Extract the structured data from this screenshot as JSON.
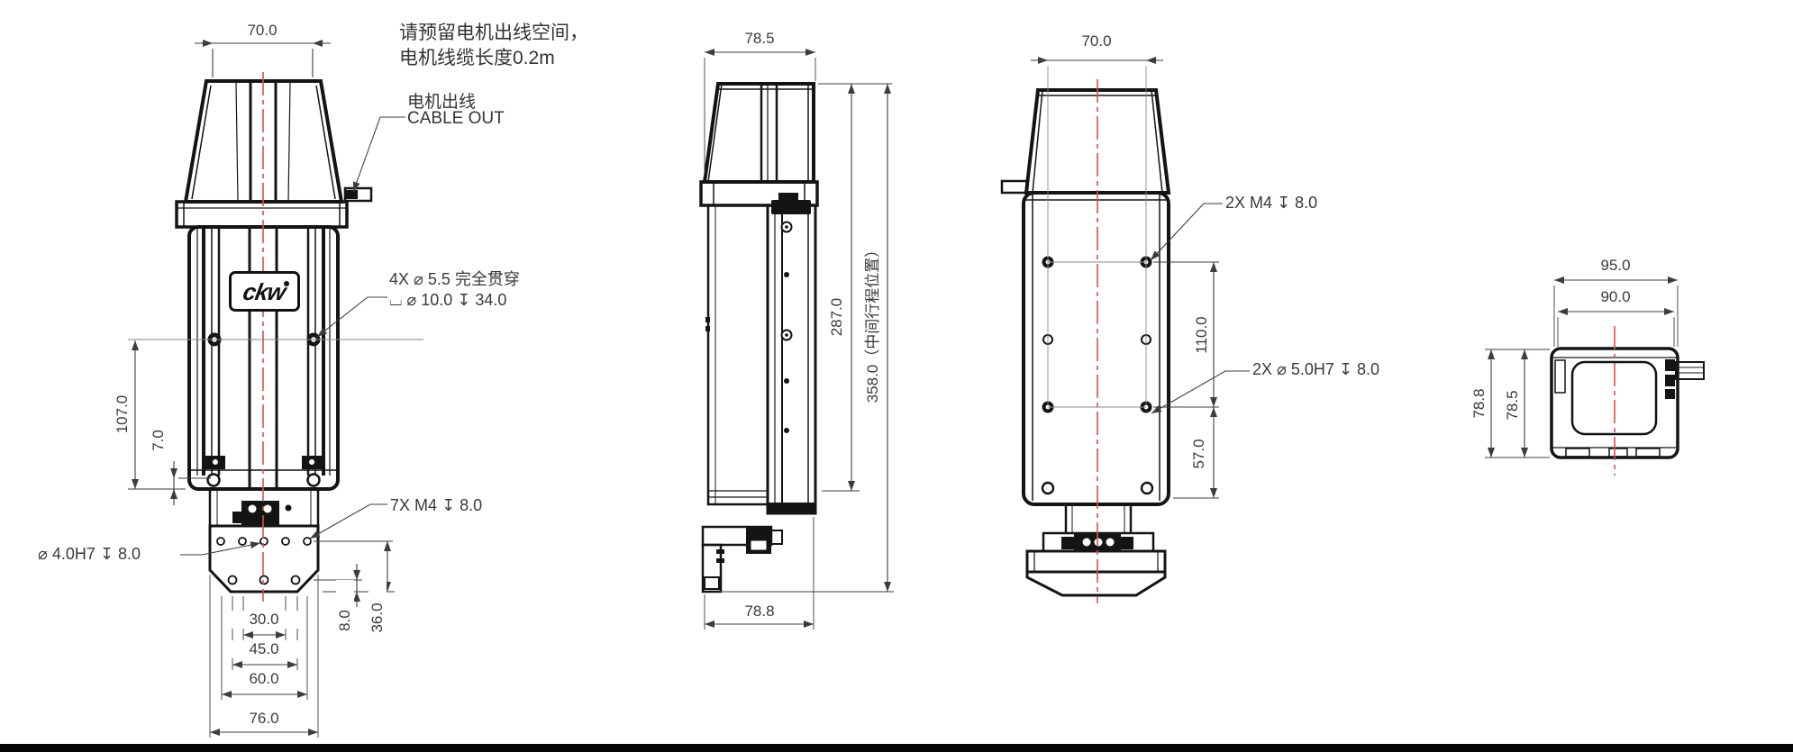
{
  "front": {
    "dim_top": "70.0",
    "dim_height": "107.0",
    "dim_offset": "7.0",
    "dim_b30": "30.0",
    "dim_b45": "45.0",
    "dim_b60": "60.0",
    "dim_b76": "76.0",
    "dim_r8": "8.0",
    "dim_r36": "36.0",
    "callout_through_1": "4X  ⌀ 5.5 完全贯穿",
    "callout_through_2": "⌴  ⌀ 10.0   ↧ 34.0",
    "callout_m4": "7X M4  ↧ 8.0",
    "callout_dowel": "⌀ 4.0H7  ↧ 8.0",
    "note_line1": "请预留电机出线空间，",
    "note_line2": "电机线缆长度0.2m",
    "cable_label_cn": "电机出线",
    "cable_label_en": "CABLE OUT",
    "logo": "ckw"
  },
  "side": {
    "dim_top": "78.5",
    "dim_body": "287.0",
    "dim_total": "358.0（中间行程位置）",
    "dim_bottom": "78.8"
  },
  "rear": {
    "dim_top": "70.0",
    "dim_span": "110.0",
    "dim_lower": "57.0",
    "callout_m4": "2X M4  ↧ 8.0",
    "callout_dowel": "2X  ⌀ 5.0H7  ↧ 8.0"
  },
  "top": {
    "dim_outer_w": "95.0",
    "dim_inner_w": "90.0",
    "dim_outer_h": "78.8",
    "dim_inner_h": "78.5"
  },
  "colors": {
    "line": "#141414",
    "dim": "#3d3d3d",
    "centerline": "#d8534c",
    "background": "#ffffff"
  }
}
